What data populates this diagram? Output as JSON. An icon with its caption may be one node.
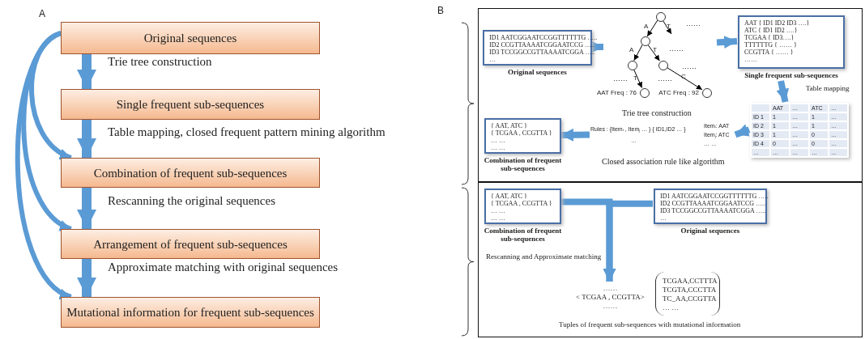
{
  "diagram": {
    "nodes": [
      {
        "text": [
          "Original sequences"
        ]
      },
      {
        "text": [
          "Single frequent sub-sequences"
        ]
      },
      {
        "text": [
          "Combination of frequent sub-sequences"
        ]
      },
      {
        "text": [
          "Arrangement of frequent sub-sequences"
        ]
      },
      {
        "text": [
          "Mutational information for frequent sub-sequences"
        ]
      },
      {
        "text": [],
        "shape": "box"
      },
      {
        "text": [
          "ID1 AATCGGAATCCGGTTTTTTG …..",
          "ID2 CCGTTAAAATCGGAATCCG …..",
          "ID3 TCCGGCCGTTAAAATCGGA …..",
          "…",
          "Original sequences"
        ],
        "in": 5
      },
      {
        "text": [
          "Trie tree construction"
        ],
        "in": 5
      },
      {
        "text": [],
        "shape": "circle",
        "in": 7
      },
      {
        "text": [],
        "shape": "circle",
        "in": 7
      },
      {
        "text": [],
        "shape": "circle",
        "in": 7
      },
      {
        "text": [],
        "shape": "circle",
        "in": 7
      },
      {
        "text": [],
        "shape": "circle",
        "in": 7,
        "beside": [
          "AAT Freq : 76"
        ]
      },
      {
        "text": [],
        "shape": "circle",
        "in": 7,
        "beside": [
          "ATC Freq : 92"
        ]
      },
      {
        "text": [
          "AAT { ID1 ID2 ID3 ….}",
          "ATC { ID1 ID2 ….}",
          "TCGAA { ID3….}",
          "TTTTTTG { …… }",
          "CCGTTA { …… }",
          "……",
          "Single frequent sub-sequences"
        ],
        "in": 5
      },
      {
        "text": [
          "AAT",
          "…",
          "ATC",
          "…",
          "ID 1",
          "1",
          "…",
          "1",
          "…",
          "ID 2",
          "1",
          "…",
          "1",
          "…",
          "ID 3",
          "1",
          "…",
          "0",
          "…",
          "ID 4",
          "0",
          "…",
          "0",
          "…",
          "…",
          "…",
          "…",
          "…",
          "…"
        ],
        "in": 5
      },
      {
        "text": [
          "Rules : {Itemᵢ , Itemⱼ … } { ID1,ID2 … }",
          "…",
          "Itemᵢ: AAT",
          "Itemⱼ: ATC",
          "… …",
          "Closed association rule like algorithm"
        ],
        "in": 5
      },
      {
        "text": [
          "{ AAT, ATC }",
          "{ TCGAA , CCGTTA }",
          "… …",
          "… …",
          "Combination of frequent sub-sequences"
        ],
        "in": 5
      },
      {
        "text": [],
        "shape": "box"
      },
      {
        "text": [
          "{ AAT, ATC }",
          "{ TCGAA , CCGTTA }",
          "… …",
          "… …",
          "Combination of frequent sub-sequences"
        ],
        "in": 18
      },
      {
        "text": [
          "ID1 AATCGGAATCCGGTTTTTTG …..",
          "ID2 CCGTTAAAATCGGAATCCG …..",
          "ID3 TCCGGCCGTTAAAATCGGA …..",
          "…",
          "Original sequences"
        ],
        "in": 18
      },
      {
        "text": [
          "……",
          "< TCGAA , CCGTTA>",
          "……"
        ],
        "in": 18
      },
      {
        "text": [
          "TCGAA,CCTTTA",
          "TCGTA,CCCTTA",
          "TC_AA,CCGTTA",
          "… …"
        ],
        "in": 18
      }
    ],
    "edges": [
      {
        "from": 0,
        "to": 1,
        "arrow": "to",
        "label": "Trie tree construction"
      },
      {
        "from": 1,
        "to": 2,
        "arrow": "to",
        "label": "Table mapping, closed frequent pattern mining algorithm"
      },
      {
        "from": 2,
        "to": 3,
        "arrow": "to",
        "label": "Rescanning the original sequences"
      },
      {
        "from": 3,
        "to": 4,
        "arrow": "to",
        "label": "Approximate matching with original sequences"
      },
      {
        "from": 0,
        "to": 2,
        "arrow": "to"
      },
      {
        "from": 0,
        "to": 3,
        "arrow": "to"
      },
      {
        "from": 0,
        "to": 4,
        "arrow": "to"
      },
      {
        "from": 6,
        "to": 7,
        "arrow": "to"
      },
      {
        "from": 8,
        "to": 9,
        "arrow": "to",
        "label": "A",
        "color": "#000000"
      },
      {
        "from": 8,
        "to": null,
        "arrow": "to",
        "label": "T",
        "color": "#000000"
      },
      {
        "from": 9,
        "to": 10,
        "arrow": "to",
        "label": "A",
        "color": "#000000"
      },
      {
        "from": 9,
        "to": 11,
        "arrow": "to",
        "label": "T",
        "color": "#000000"
      },
      {
        "from": 10,
        "to": 12,
        "arrow": "to",
        "label": "T",
        "color": "#000000"
      },
      {
        "from": 11,
        "to": 13,
        "arrow": "to",
        "label": "C",
        "color": "#000000"
      },
      {
        "from": 7,
        "to": 14,
        "arrow": "to"
      },
      {
        "from": 14,
        "to": 15,
        "arrow": "to",
        "label": "Table mapping"
      },
      {
        "from": 15,
        "to": 16,
        "arrow": "to"
      },
      {
        "from": 16,
        "to": 17,
        "arrow": "to"
      },
      {
        "from": 19,
        "to": 21,
        "arrow": "to",
        "label": "Rescanning and Approximate matching"
      },
      {
        "from": 20,
        "to": 21,
        "arrow": "to"
      }
    ],
    "labels": [
      "A",
      "B",
      "……",
      "……",
      "……",
      "……",
      "……",
      "Tuples of frequent sub-sequences with mutational information"
    ]
  }
}
